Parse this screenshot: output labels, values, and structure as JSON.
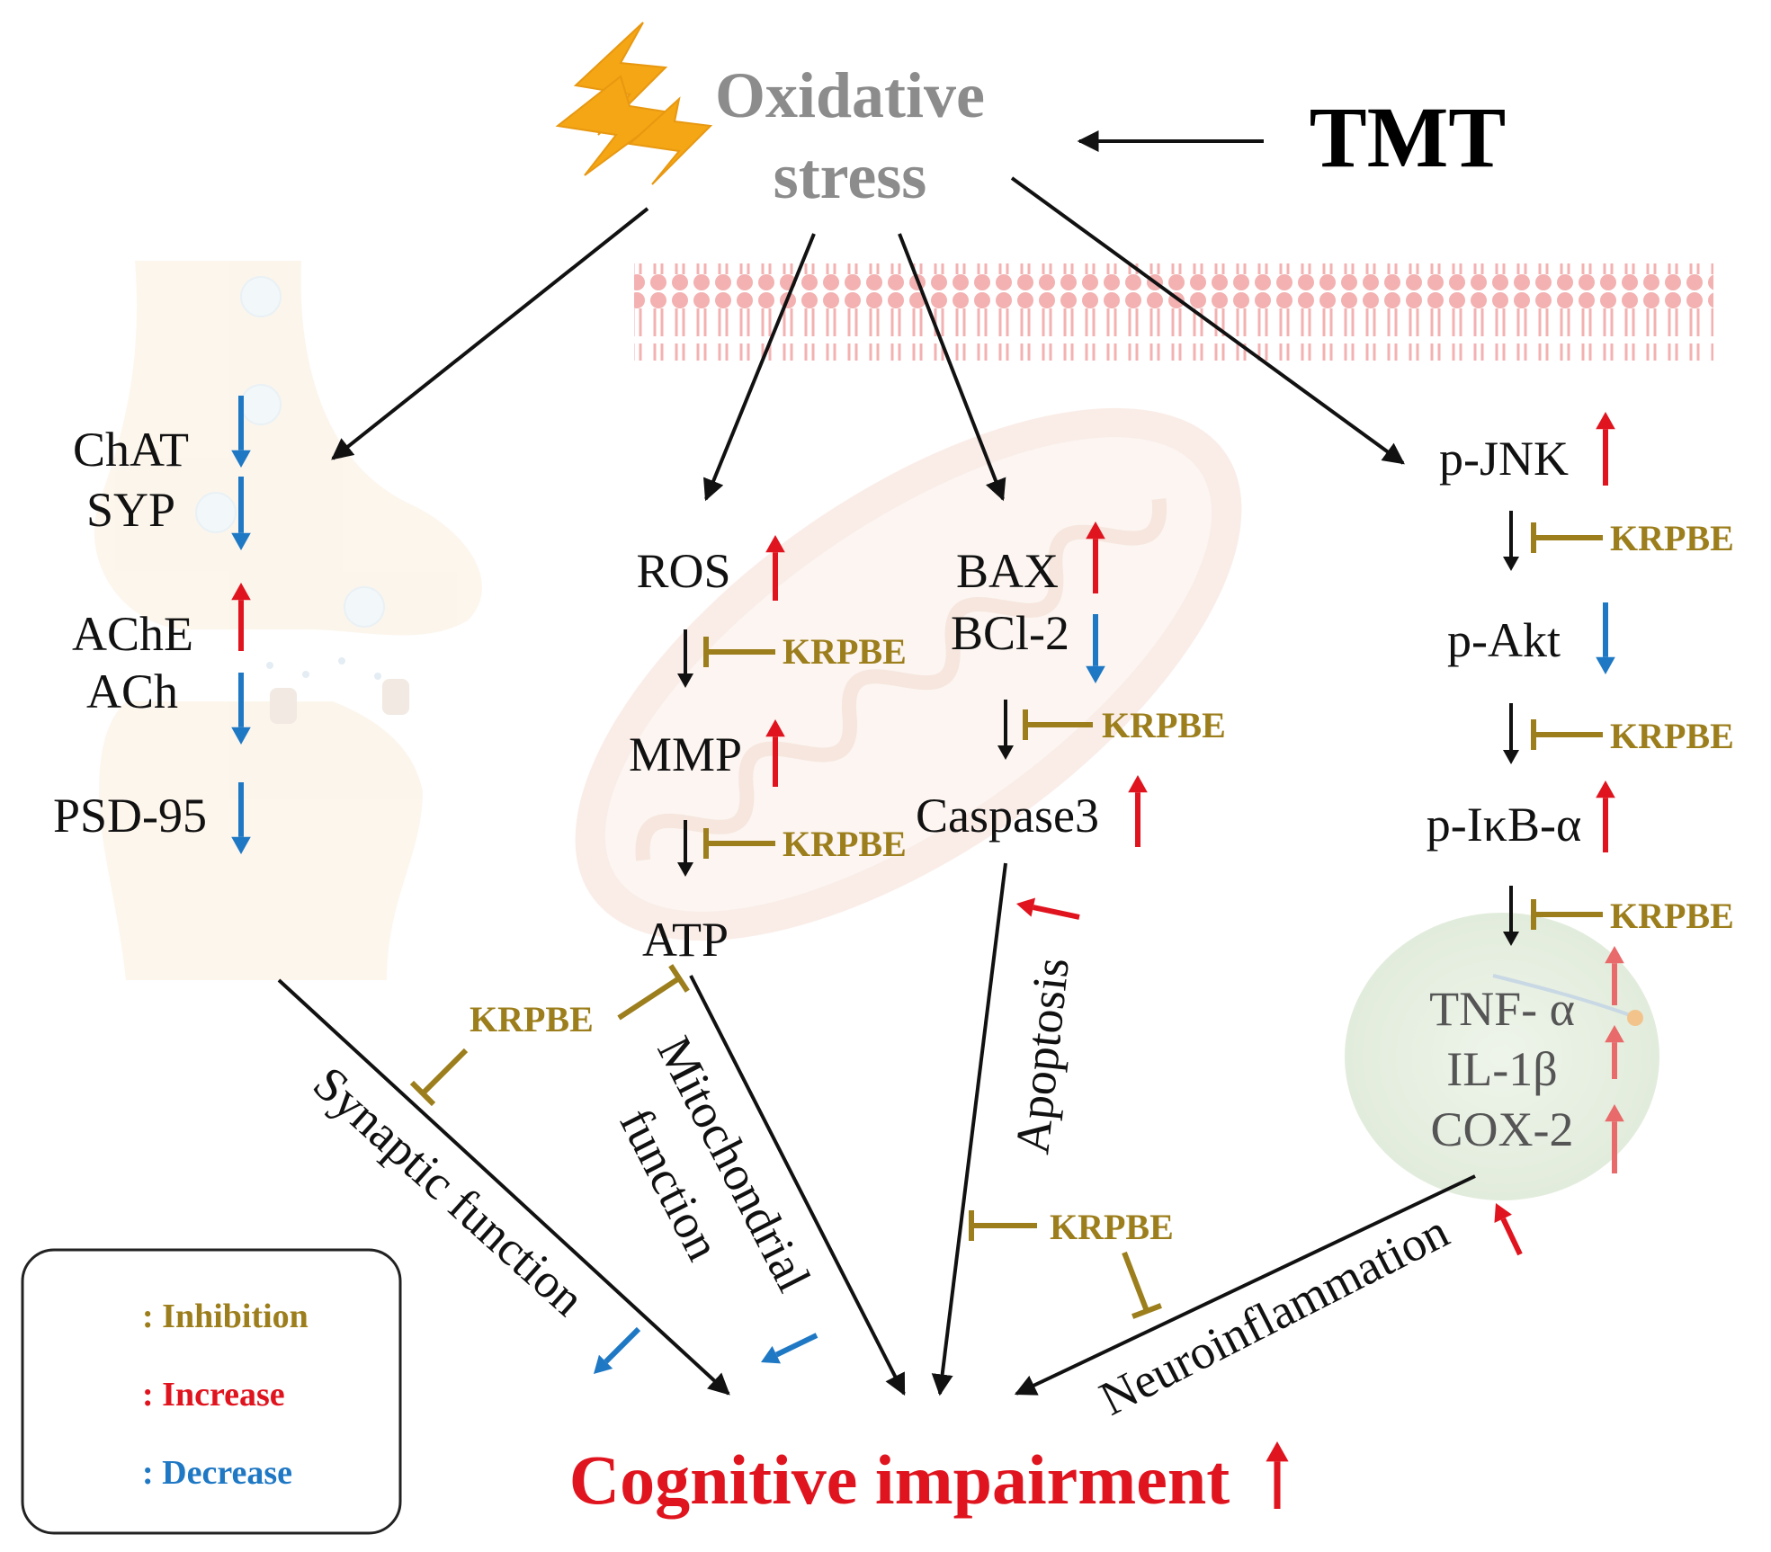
{
  "colors": {
    "increase": "#e0141e",
    "decrease": "#1f78c4",
    "inhibition": "#9c7e1c",
    "arrow": "#111111",
    "oxidative_text": "#8c8c8c",
    "outcome_text": "#e0141e",
    "lightning": "#f4a614",
    "membrane": "#f0a3a3"
  },
  "icons": {
    "lightning": "lightning-bolt-icon",
    "synapse": "synapse-illustration",
    "mitochondrion": "mitochondrion-illustration",
    "membrane": "cell-membrane-illustration",
    "microglia": "microglia-cell-illustration"
  },
  "header": {
    "oxidative_line1": "Oxidative",
    "oxidative_line2": "stress",
    "tmt": "TMT"
  },
  "synaptic": {
    "markers": [
      {
        "label": "ChAT",
        "change": "decrease"
      },
      {
        "label": "SYP",
        "change": "decrease"
      },
      {
        "label": "AChE",
        "change": "increase"
      },
      {
        "label": "ACh",
        "change": "decrease"
      },
      {
        "label": "PSD-95",
        "change": "decrease"
      }
    ]
  },
  "mitochondrial": {
    "ros": "ROS",
    "mmp": "MMP",
    "atp": "ATP"
  },
  "apoptotic": {
    "bax": "BAX",
    "bcl2": "BCl-2",
    "caspase3": "Caspase3"
  },
  "inflammatory": {
    "pjnk": "p-JNK",
    "pakt": "p-Akt",
    "pikba": "p-IκB-α",
    "tnfa": "TNF- α",
    "il1b": "IL-1β",
    "cox2": "COX-2"
  },
  "inhibitor": "KRPBE",
  "pathways": {
    "synaptic": "Synaptic function",
    "mito_line1": "Mitochondrial",
    "mito_line2": "function",
    "apoptosis": "Apoptosis",
    "neuro": "Neuroinflammation"
  },
  "outcome": "Cognitive impairment",
  "legend": {
    "inhibition": ": Inhibition",
    "increase": ": Increase",
    "decrease": ": Decrease"
  }
}
